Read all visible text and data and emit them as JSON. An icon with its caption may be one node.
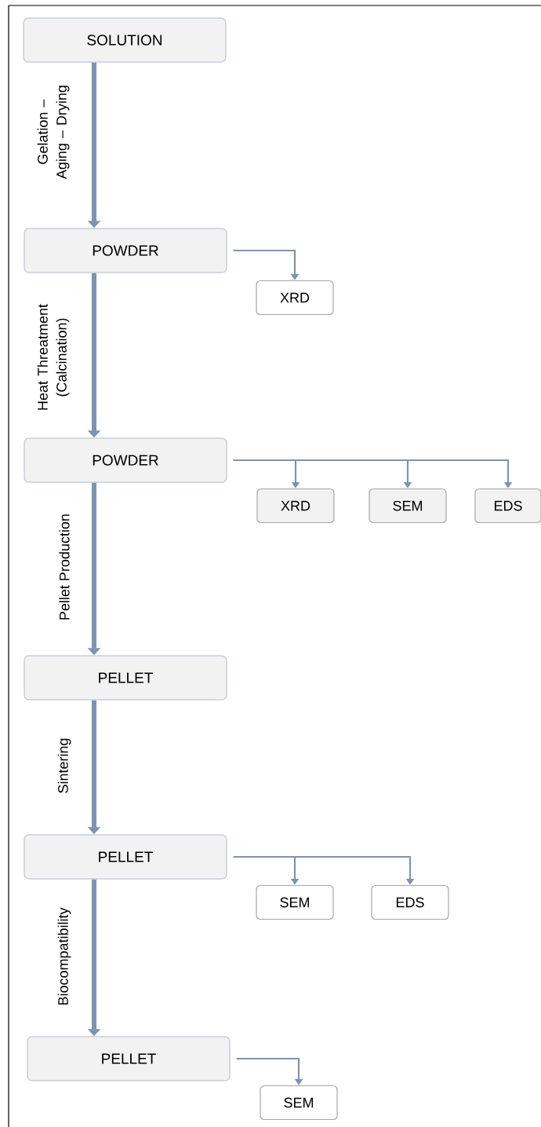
{
  "diagram": {
    "nodes": [
      {
        "text": [
          "SOLUTION"
        ]
      },
      {
        "text": [
          "POWDER"
        ]
      },
      {
        "text": [
          "XRD"
        ]
      },
      {
        "text": [
          "POWDER"
        ]
      },
      {
        "text": [
          "XRD"
        ]
      },
      {
        "text": [
          "SEM"
        ]
      },
      {
        "text": [
          "EDS"
        ]
      },
      {
        "text": [
          "PELLET"
        ]
      },
      {
        "text": [
          "PELLET"
        ]
      },
      {
        "text": [
          "SEM"
        ]
      },
      {
        "text": [
          "EDS"
        ]
      },
      {
        "text": [
          "PELLET"
        ]
      },
      {
        "text": [
          "SEM"
        ]
      }
    ],
    "edges": [
      {
        "from": 0,
        "to": 1,
        "arrow": "to",
        "label": "Gelation – Aging – Drying",
        "style": "thick"
      },
      {
        "from": 1,
        "to": 2,
        "arrow": "to"
      },
      {
        "from": 1,
        "to": 3,
        "arrow": "to",
        "label": "Heat Threatment (Calcination)",
        "style": "thick"
      },
      {
        "from": 3,
        "to": 4,
        "arrow": "to"
      },
      {
        "from": 3,
        "to": 5,
        "arrow": "to"
      },
      {
        "from": 3,
        "to": 6,
        "arrow": "to"
      },
      {
        "from": 3,
        "to": 7,
        "arrow": "to",
        "label": "Pellet Production",
        "style": "thick"
      },
      {
        "from": 7,
        "to": 8,
        "arrow": "to",
        "label": "Sintering",
        "style": "thick"
      },
      {
        "from": 8,
        "to": 9,
        "arrow": "to"
      },
      {
        "from": 8,
        "to": 10,
        "arrow": "to"
      },
      {
        "from": 8,
        "to": 11,
        "arrow": "to",
        "label": "Biocompatibility",
        "style": "thick"
      },
      {
        "from": 11,
        "to": 12,
        "arrow": "to"
      }
    ]
  }
}
